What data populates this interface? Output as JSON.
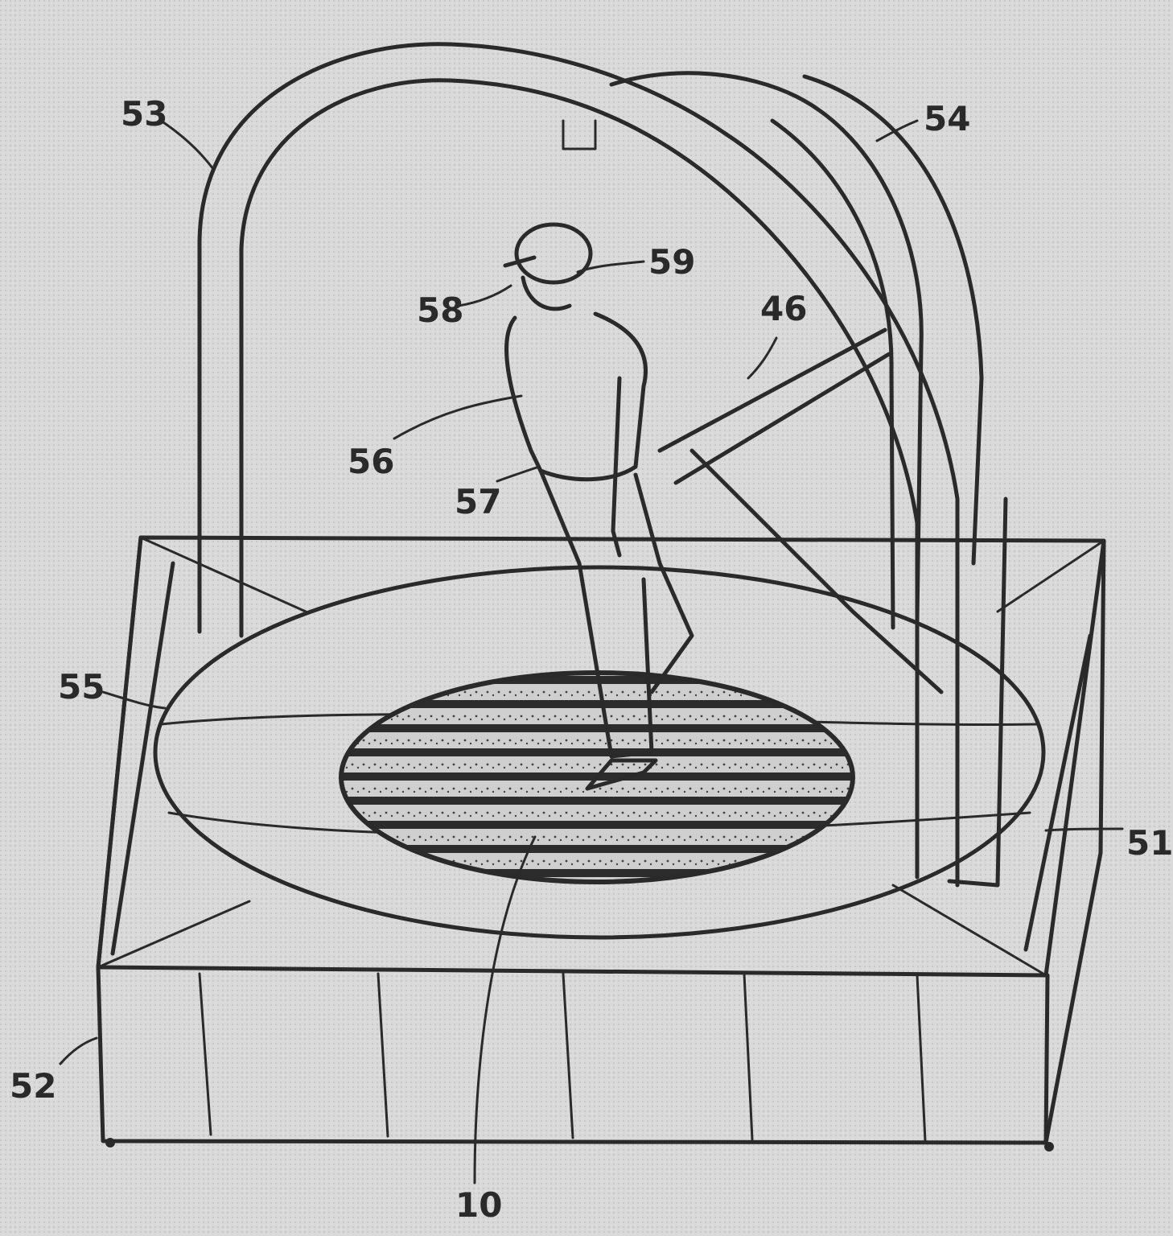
{
  "figure": {
    "reference_numerals": {
      "frame": "51",
      "base": "52",
      "arch_left": "53",
      "arch_right": "54",
      "platform": "55",
      "user_torso": "56",
      "user_belt": "57",
      "visor": "58",
      "headgear": "59",
      "tether": "46",
      "treadmill_surface": "10"
    }
  }
}
